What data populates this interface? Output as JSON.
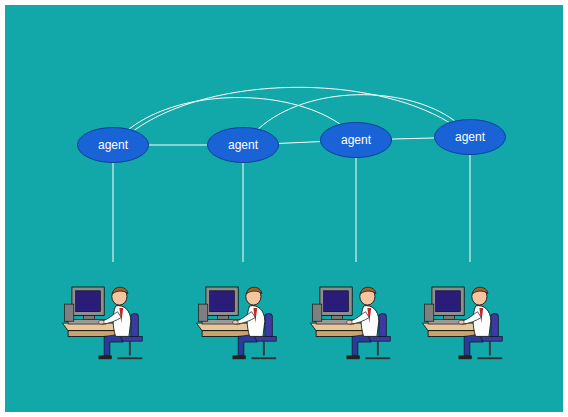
{
  "diagram": {
    "nodes": [
      {
        "text": [
          "agent"
        ]
      },
      {
        "text": [
          "agent"
        ]
      },
      {
        "text": [
          "agent"
        ]
      },
      {
        "text": [
          "agent"
        ]
      }
    ],
    "edges": [
      {
        "from": 0,
        "to": 1,
        "arrow": "none"
      },
      {
        "from": 1,
        "to": 2,
        "arrow": "none"
      },
      {
        "from": 2,
        "to": 3,
        "arrow": "none"
      },
      {
        "from": 0,
        "to": 3,
        "arrow": "none"
      },
      {
        "from": 0,
        "to": 2,
        "arrow": "none"
      },
      {
        "from": 1,
        "to": 3,
        "arrow": "none"
      }
    ]
  }
}
